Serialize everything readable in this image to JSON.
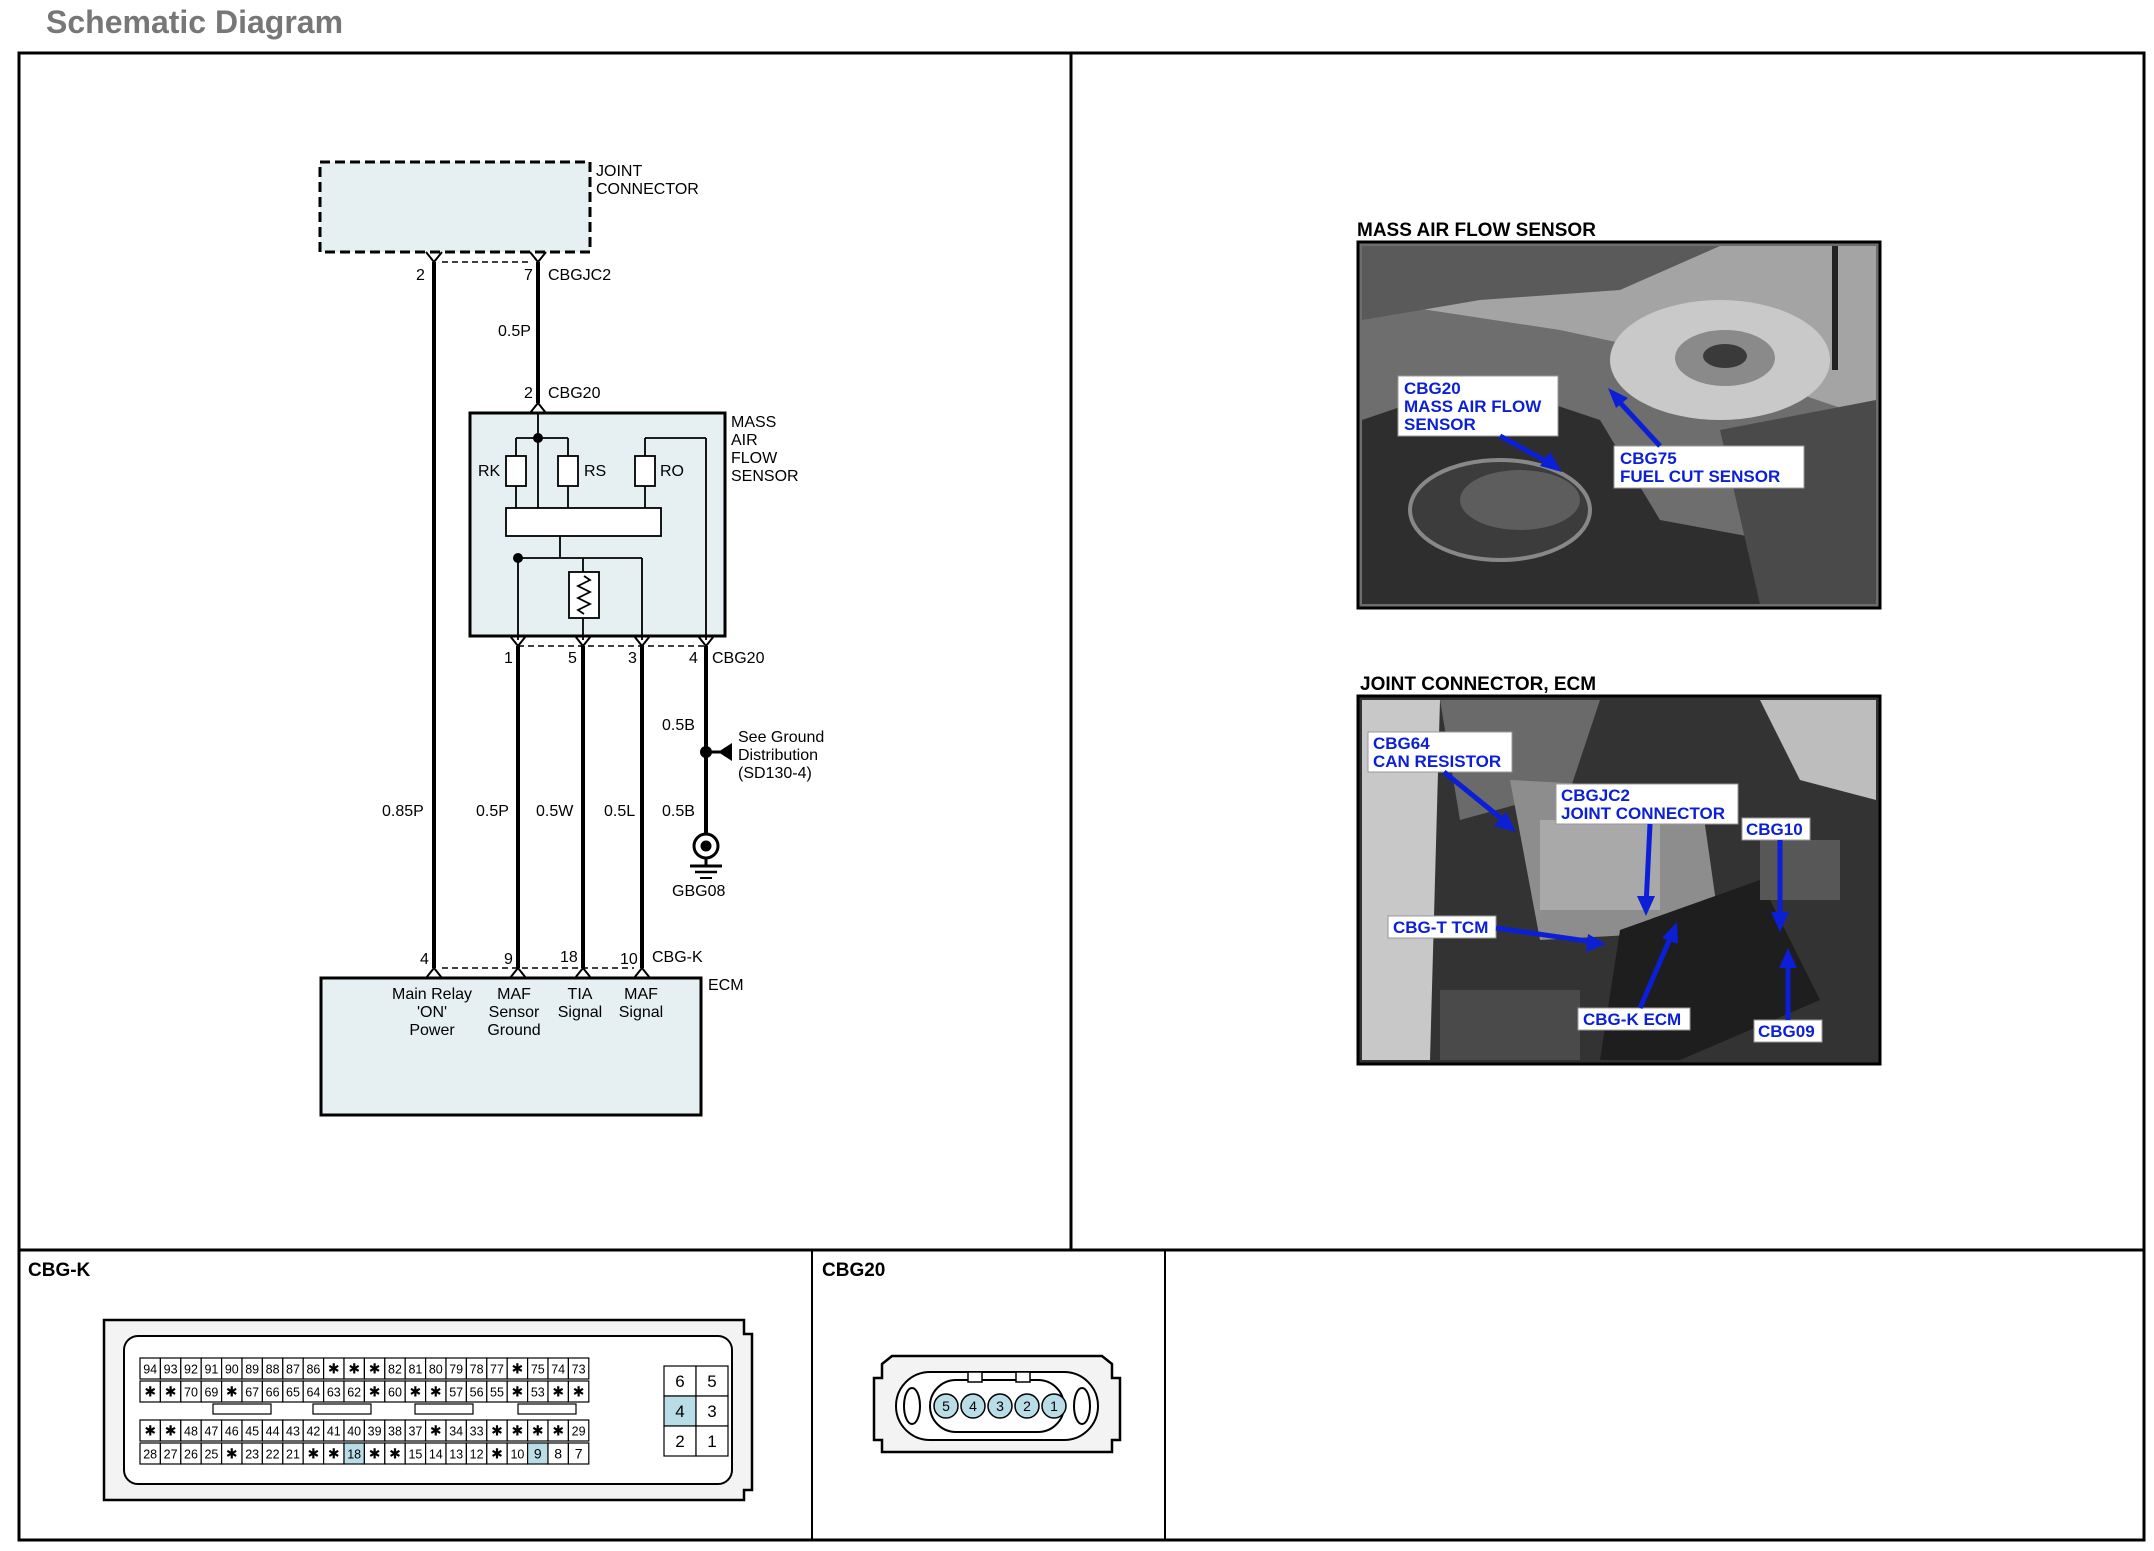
{
  "page": {
    "title": "Schematic Diagram"
  },
  "schematic": {
    "joint_connector": {
      "label_line1": "JOINT",
      "label_line2": "CONNECTOR",
      "pin_left": "2",
      "pin_right": "7",
      "connector_id": "CBGJC2"
    },
    "wire_top": "0.5P",
    "maf_top_connector": {
      "pin": "2",
      "id": "CBG20"
    },
    "maf_sensor": {
      "label_line1": "MASS",
      "label_line2": "AIR",
      "label_line3": "FLOW",
      "label_line4": "SENSOR",
      "resistors": [
        "RK",
        "RS",
        "RO"
      ]
    },
    "maf_bottom_pins": [
      "1",
      "5",
      "3",
      "4"
    ],
    "maf_bottom_connector_id": "CBG20",
    "wires": [
      "0.85P",
      "0.5P",
      "0.5W",
      "0.5L",
      "0.5B",
      "0.5B"
    ],
    "ground_distribution": {
      "line1": "See Ground",
      "line2": "Distribution",
      "line3": "(SD130-4)"
    },
    "ground_id": "GBG08",
    "ecm_pins": [
      "4",
      "9",
      "18",
      "10"
    ],
    "ecm_connector_id": "CBG-K",
    "ecm_label": "ECM",
    "ecm_functions": [
      {
        "line1": "Main Relay",
        "line2": "'ON'",
        "line3": "Power"
      },
      {
        "line1": "MAF",
        "line2": "Sensor",
        "line3": "Ground"
      },
      {
        "line1": "TIA",
        "line2": "Signal"
      },
      {
        "line1": "MAF",
        "line2": "Signal"
      }
    ]
  },
  "photos": {
    "maf": {
      "heading": "MASS AIR FLOW SENSOR",
      "callout1": [
        "CBG20",
        "MASS AIR FLOW",
        "SENSOR"
      ],
      "callout2": [
        "CBG75",
        "FUEL CUT SENSOR"
      ]
    },
    "jc": {
      "heading": "JOINT CONNECTOR, ECM",
      "callouts": [
        [
          "CBG64",
          "CAN RESISTOR"
        ],
        [
          "CBGJC2",
          "JOINT CONNECTOR"
        ],
        [
          "CBG10"
        ],
        [
          "CBG-T TCM"
        ],
        [
          "CBG-K ECM"
        ],
        [
          "CBG09"
        ]
      ]
    },
    "callout_color": "#0b1fd6"
  },
  "connectors": {
    "cbgk": {
      "label": "CBG-K",
      "row1": [
        "94",
        "93",
        "92",
        "91",
        "90",
        "89",
        "88",
        "87",
        "86",
        "✱",
        "✱",
        "✱",
        "82",
        "81",
        "80",
        "79",
        "78",
        "77",
        "✱",
        "75",
        "74",
        "73"
      ],
      "row2": [
        "✱",
        "✱",
        "70",
        "69",
        "✱",
        "67",
        "66",
        "65",
        "64",
        "63",
        "62",
        "✱",
        "60",
        "✱",
        "✱",
        "57",
        "56",
        "55",
        "✱",
        "53",
        "✱",
        "✱"
      ],
      "row3": [
        "✱",
        "✱",
        "48",
        "47",
        "46",
        "45",
        "44",
        "43",
        "42",
        "41",
        "40",
        "39",
        "38",
        "37",
        "✱",
        "34",
        "33",
        "✱",
        "✱",
        "✱",
        "✱",
        "29"
      ],
      "row4": [
        "28",
        "27",
        "26",
        "25",
        "✱",
        "23",
        "22",
        "21",
        "✱",
        "✱",
        "18",
        "✱",
        "✱",
        "15",
        "14",
        "13",
        "12",
        "✱",
        "10",
        "9",
        "8",
        "7"
      ],
      "side": [
        "6",
        "5",
        "4",
        "3",
        "2",
        "1"
      ],
      "highlight_color": "#b9dde6"
    },
    "cbg20": {
      "label": "CBG20",
      "pins": [
        "5",
        "4",
        "3",
        "2",
        "1"
      ]
    }
  }
}
